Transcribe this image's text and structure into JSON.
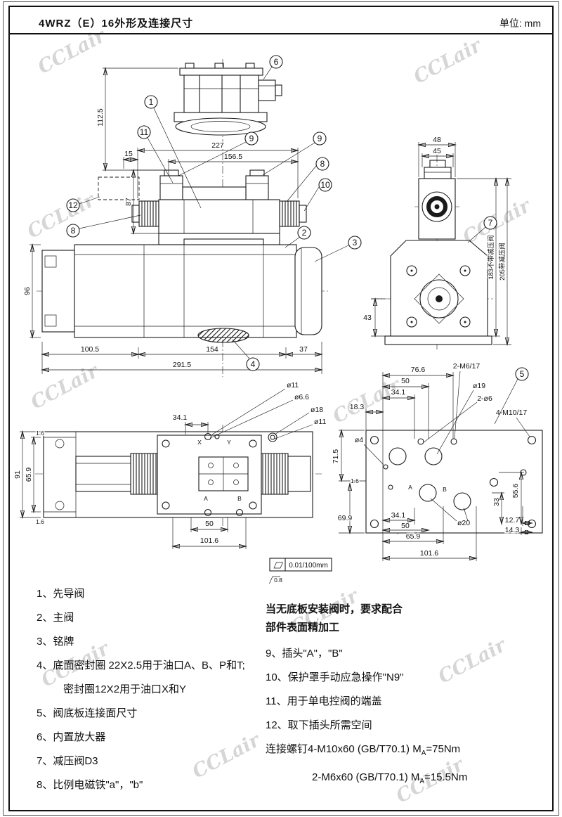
{
  "header": {
    "title": "4WRZ（E）16外形及连接尺寸",
    "unit": "单位: mm"
  },
  "watermark": "CCLair",
  "c": {
    "1": "1",
    "2": "2",
    "3": "3",
    "4": "4",
    "5": "5",
    "6": "6",
    "7": "7",
    "8": "8",
    "9": "9",
    "10": "10",
    "11": "11",
    "12": "12"
  },
  "d": {
    "n227": "227",
    "n156": "156.5",
    "n112": "112.5",
    "n15": "15",
    "n87": "87",
    "n96": "96",
    "n100": "100.5",
    "n154": "154",
    "n37": "37",
    "n291": "291.5",
    "n48": "48",
    "n45": "45",
    "n43": "43",
    "n183": "183不带减压阀",
    "n205": "205带减压阀",
    "n341": "34.1",
    "n91": "91",
    "n659": "65.9",
    "n16": "1.6",
    "n50": "50",
    "n1016": "101.6",
    "o11": "ø11",
    "o66": "ø6.6",
    "o18": "ø18",
    "n766": "76.6",
    "n183b": "18.3",
    "o19": "ø19",
    "o6": "2-ø6",
    "m6": "2-M6/17",
    "m10": "4-M10/17",
    "o4": "ø4",
    "n715": "71.5",
    "n699": "69.9",
    "n127": "12.7",
    "n143": "14.3",
    "n33": "33",
    "n556": "55.6",
    "o20": "ø20",
    "flat": "0.01/100mm",
    "r08": "0.8",
    "pA": "A",
    "pB": "B",
    "pX": "X",
    "pY": "Y"
  },
  "legend_left": {
    "i1": "1、先导阀",
    "i2": "2、主阀",
    "i3": "3、铭牌",
    "i4a": "4、底面密封圈 22X2.5用于油口A、B、P和T;",
    "i4b": "密封圈12X2用于油口X和Y",
    "i5": "5、阀底板连接面尺寸",
    "i6": "6、内置放大器",
    "i7": "7、减压阀D3",
    "i8": "8、比例电磁铁\"a\"，\"b\""
  },
  "legend_right": {
    "note1": "当无底板安装阀时，要求配合",
    "note2": "部件表面精加工",
    "i9": "9、插头\"A\"，\"B\"",
    "i10": "10、保护罩手动应急操作\"N9\"",
    "i11": "11、用于单电控阀的端盖",
    "i12": "12、取下插头所需空间",
    "screw1_pre": "连接螺钉4-M10x60 (GB/T70.1) M",
    "screw1_sub": "A",
    "screw1_post": "=75Nm",
    "screw2_pre": "2-M6x60 (GB/T70.1) M",
    "screw2_sub": "A",
    "screw2_post": "=15.5Nm"
  }
}
